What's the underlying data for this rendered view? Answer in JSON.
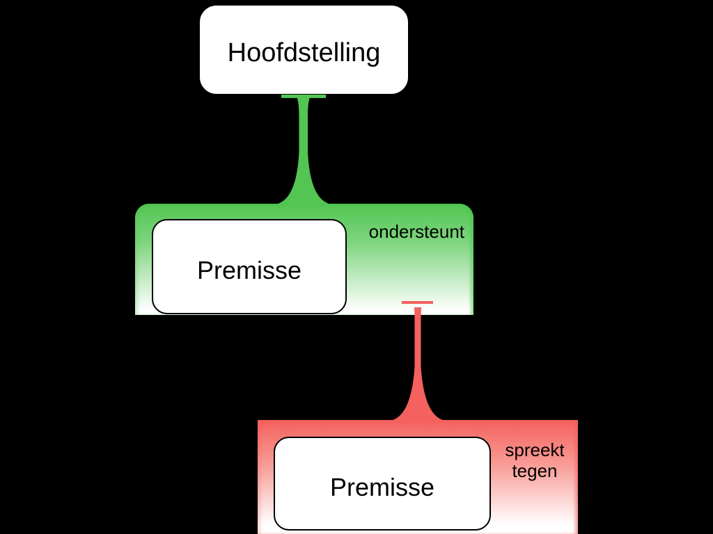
{
  "diagram": {
    "title_node": {
      "label": "Hoofdstelling"
    },
    "support_group": {
      "connector_label": "ondersteunt",
      "premise_node": {
        "label": "Premisse"
      }
    },
    "objection_group": {
      "connector_label": "spreekt tegen",
      "premise_node": {
        "label": "Premisse"
      }
    }
  },
  "colors": {
    "background": "#000000",
    "support_green": "#52c552",
    "objection_red": "#f4615e",
    "node_fill": "#ffffff",
    "node_border": "#000000",
    "text": "#000000"
  }
}
